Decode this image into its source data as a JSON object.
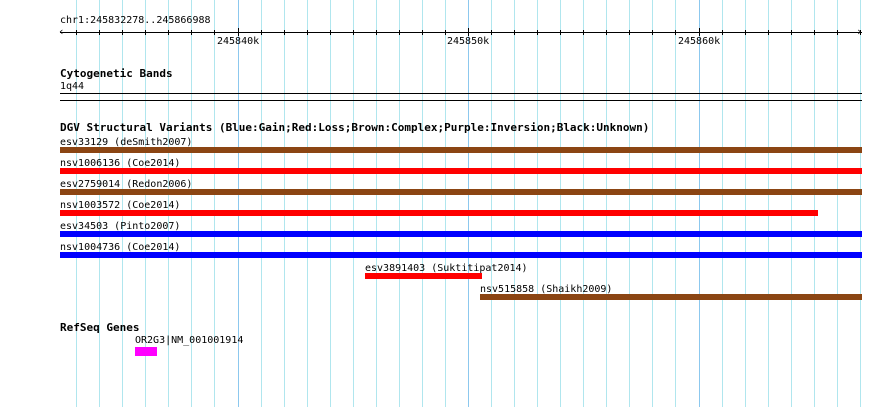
{
  "ruler": {
    "location": "chr1:245832278..245866988",
    "ticks": [
      "245840k",
      "245850k",
      "245860k"
    ]
  },
  "cyto": {
    "title": "Cytogenetic Bands",
    "band": "1q44"
  },
  "dgv": {
    "title": "DGV Structural Variants (Blue:Gain;Red:Loss;Brown:Complex;Purple:Inversion;Black:Unknown)",
    "items": [
      {
        "label": "esv33129 (deSmith2007)",
        "color": "#8b4513"
      },
      {
        "label": "nsv1006136 (Coe2014)",
        "color": "#ff0000"
      },
      {
        "label": "esv2759014 (Redon2006)",
        "color": "#8b4513"
      },
      {
        "label": "nsv1003572 (Coe2014)",
        "color": "#ff0000"
      },
      {
        "label": "esv34503 (Pinto2007)",
        "color": "#0000ff"
      },
      {
        "label": "nsv1004736 (Coe2014)",
        "color": "#0000ff"
      },
      {
        "label": "esv3891403 (Suktitipat2014)",
        "color": "#ff0000"
      },
      {
        "label": "nsv515858 (Shaikh2009)",
        "color": "#8b4513"
      }
    ]
  },
  "refseq": {
    "title": "RefSeq Genes",
    "gene": "OR2G3|NM_001001914",
    "color": "#ff00ff"
  }
}
